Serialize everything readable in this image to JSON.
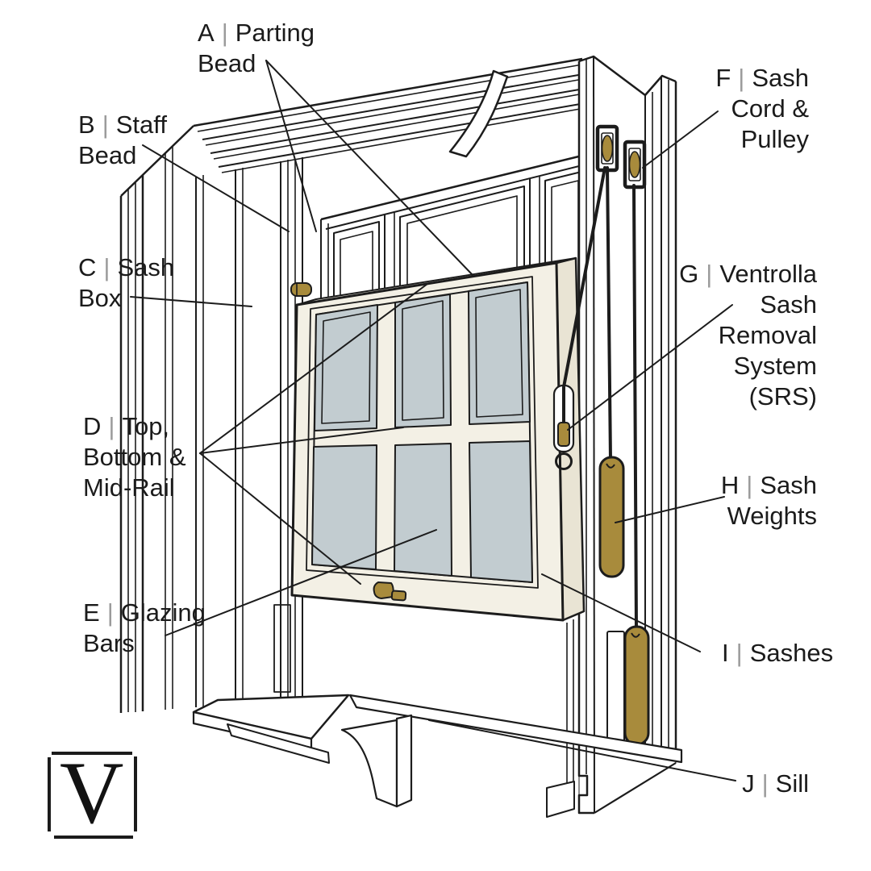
{
  "labels": {
    "a": {
      "letter": "A",
      "sep": "|",
      "lines": [
        "Parting",
        "Bead"
      ]
    },
    "b": {
      "letter": "B",
      "sep": "|",
      "lines": [
        "Staff",
        "Bead"
      ]
    },
    "c": {
      "letter": "C",
      "sep": "|",
      "lines": [
        "Sash",
        "Box"
      ]
    },
    "d": {
      "letter": "D",
      "sep": "|",
      "lines": [
        "Top,",
        "Bottom &",
        "Mid-Rail"
      ]
    },
    "e": {
      "letter": "E",
      "sep": "|",
      "lines": [
        "Glazing",
        "Bars"
      ]
    },
    "f": {
      "letter": "F",
      "sep": "|",
      "lines": [
        "Sash",
        "Cord &",
        "Pulley"
      ]
    },
    "g": {
      "letter": "G",
      "sep": "|",
      "lines": [
        "Ventrolla",
        "Sash",
        "Removal",
        "System",
        "(SRS)"
      ]
    },
    "h": {
      "letter": "H",
      "sep": "|",
      "lines": [
        "Sash",
        "Weights"
      ]
    },
    "i": {
      "letter": "I",
      "sep": "|",
      "lines": [
        "Sashes"
      ]
    },
    "j": {
      "letter": "J",
      "sep": "|",
      "lines": [
        "Sill"
      ]
    }
  },
  "logo": {
    "letter": "V"
  },
  "colors": {
    "line": "#1c1c1c",
    "text": "#1b1b1b",
    "pipe": "#9b9b9b",
    "cream": "#f3f0e5",
    "cream_dark": "#e9e4d4",
    "glass": "#c2ccd0",
    "gold": "#a88b3c",
    "background": "#ffffff"
  }
}
